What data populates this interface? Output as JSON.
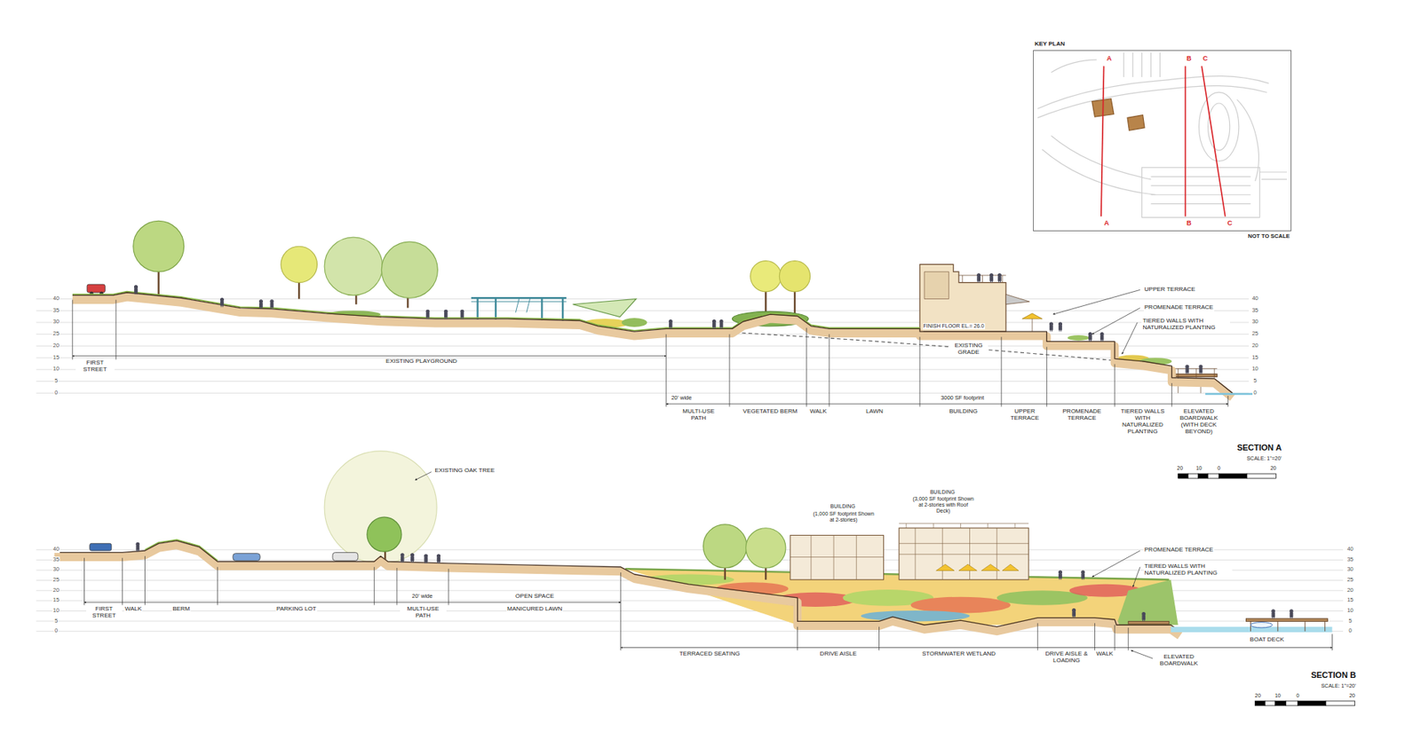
{
  "diagram": {
    "nodes": [
      {
        "text": [
          "KEY PLAN"
        ]
      }
    ],
    "labels": [
      "A",
      "B",
      "C",
      "A",
      "B",
      "C",
      "NOT TO SCALE",
      "FIRST STREET",
      "EXISTING PLAYGROUND",
      "20' wide",
      "MULTI-USE PATH",
      "VEGETATED BERM",
      "WALK",
      "LAWN",
      "3000 SF footprint",
      "BUILDING",
      "UPPER TERRACE",
      "PROMENADE TERRACE",
      "TIERED WALLS WITH NATURALIZED PLANTING",
      "ELEVATED BOARDWALK (WITH DECK BEYOND)",
      "UPPER TERRACE",
      "PROMENADE TERRACE",
      "TIERED WALLS WITH NATURALIZED PLANTING",
      "FINISH FLOOR EL.= 26.0",
      "EXISTING GRADE",
      "SECTION A",
      "SCALE: 1\"=20'",
      "20",
      "10",
      "0",
      "20",
      "EXISTING OAK TREE",
      "BUILDING",
      "(1,000 SF footprint Shown at 2-stories)",
      "BUILDING",
      "(3,000 SF footprint Shown at 2-stories with Roof Deck)",
      "PROMENADE TERRACE",
      "TIERED WALLS WITH NATURALIZED PLANTING",
      "FIRST STREET",
      "WALK",
      "BERM",
      "PARKING LOT",
      "20' wide",
      "MULTI-USE PATH",
      "OPEN SPACE",
      "MANICURED LAWN",
      "TERRACED SEATING",
      "DRIVE AISLE",
      "STORMWATER WETLAND",
      "DRIVE AISLE & LOADING",
      "WALK",
      "ELEVATED BOARDWALK",
      "BOAT DECK",
      "SECTION B",
      "SCALE: 1\"=20'",
      "20",
      "10",
      "0",
      "20",
      "40",
      "35",
      "30",
      "25",
      "20",
      "15",
      "10",
      "5",
      "0",
      "40",
      "35",
      "30",
      "25",
      "20",
      "15",
      "10",
      "5",
      "0",
      "40",
      "35",
      "30",
      "25",
      "20",
      "15",
      "10",
      "5",
      "0",
      "40",
      "35",
      "30",
      "25",
      "20",
      "15",
      "10",
      "5",
      "0"
    ]
  }
}
